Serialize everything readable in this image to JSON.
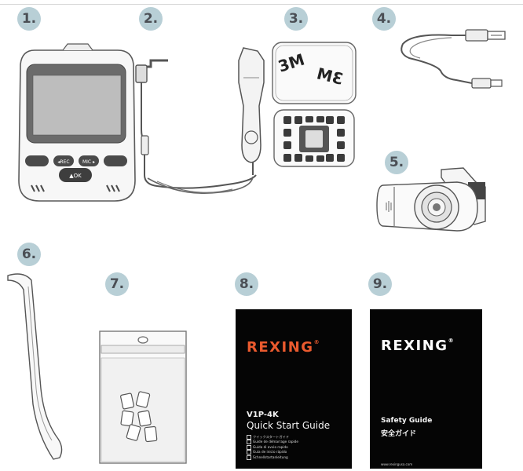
{
  "badges": [
    "1.",
    "2.",
    "3.",
    "4.",
    "5.",
    "6.",
    "7.",
    "8.",
    "9."
  ],
  "colors": {
    "badge_fill": "#b8cfd6",
    "badge_text": "#4b4f55",
    "line_art": "#5a5a5a",
    "guide_bg": "#050505",
    "brand_orange": "#ea5a2e"
  },
  "dashcam": {
    "buttons": [
      "",
      "◂REC",
      "MIC ▸",
      ""
    ],
    "center_button": "▲OK"
  },
  "mount": {
    "logo": "3M",
    "logo_mirrored": "3M"
  },
  "guide1": {
    "brand": "REXING",
    "brand_mark": "®",
    "model": "V1P-4K",
    "title": "Quick Start Guide",
    "languages": [
      "クイックスタートガイド",
      "Guide de démarrage rapide",
      "Guida di avvio rapido",
      "Guía de inicio rápido",
      "Schnellstartanleitung"
    ]
  },
  "guide2": {
    "brand": "REXING",
    "brand_mark": "®",
    "title": "Safety Guide",
    "title_jp": "安全ガイド",
    "url": "www.rexingusa.com"
  }
}
